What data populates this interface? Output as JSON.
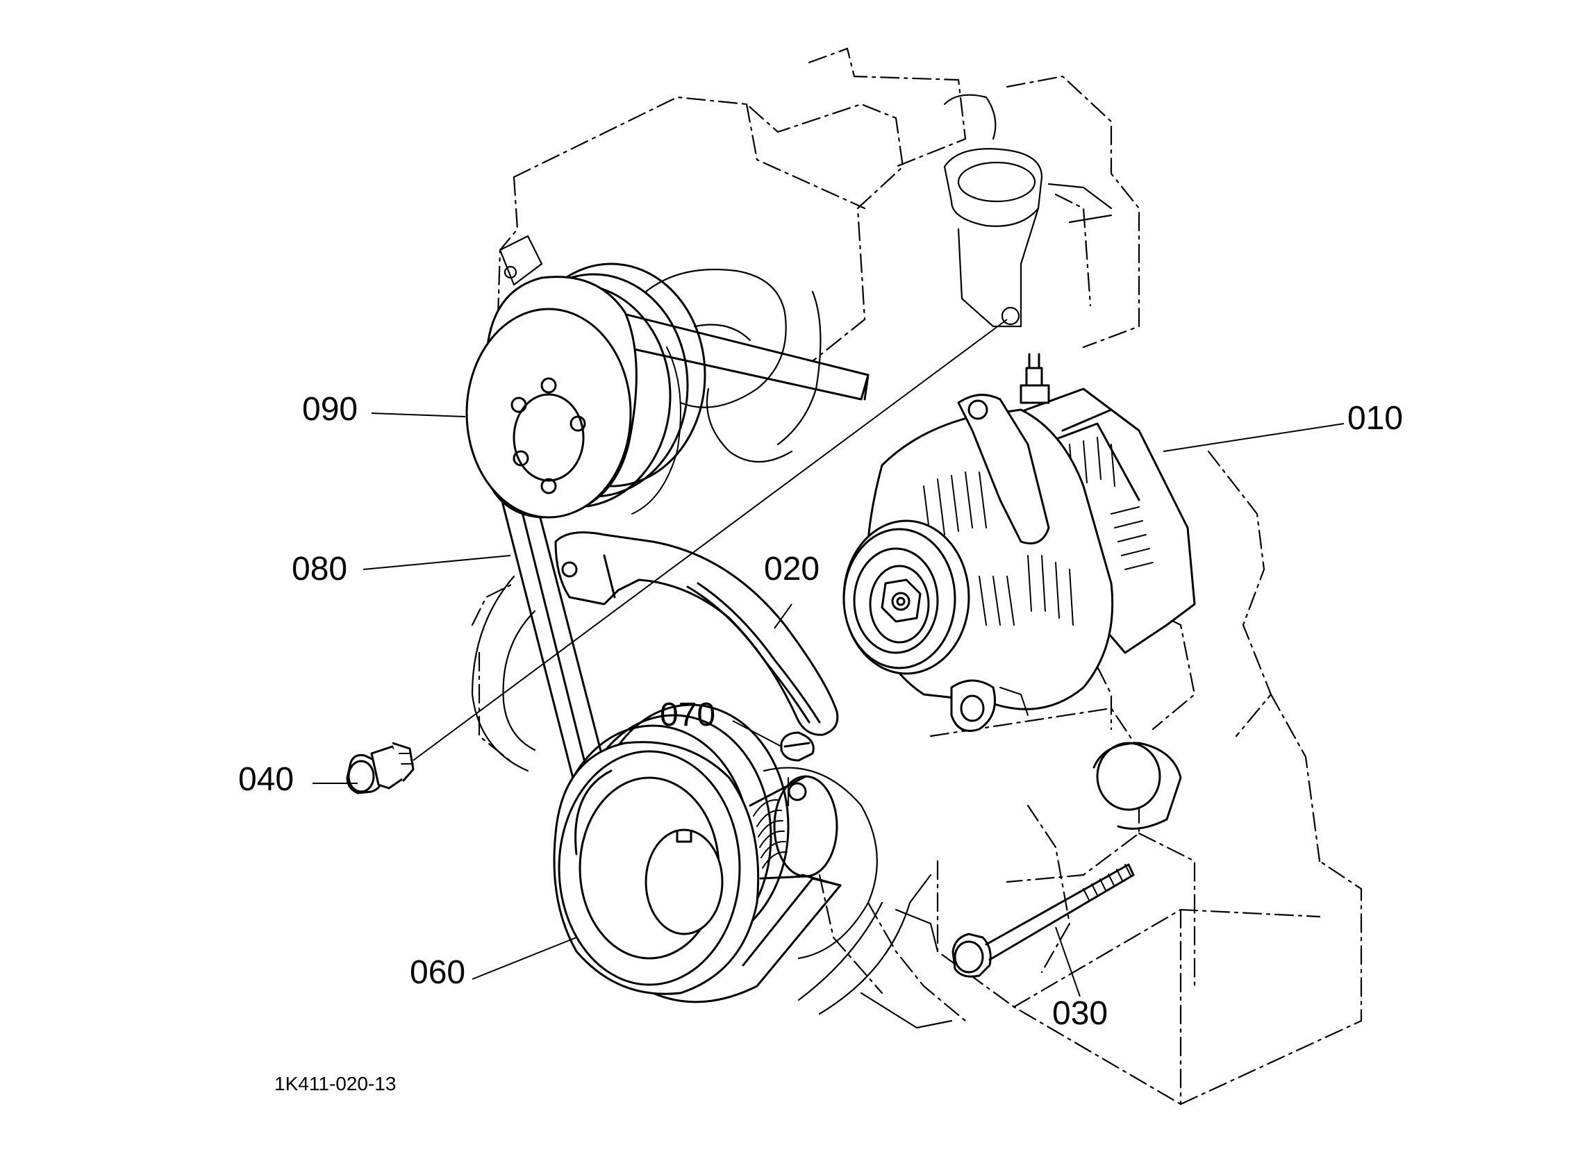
{
  "figure_ref": "1K411-020-13",
  "callouts": {
    "c010": "010",
    "c020": "020",
    "c030": "030",
    "c040": "040",
    "c060": "060",
    "c070": "070",
    "c080": "080",
    "c090": "090"
  }
}
